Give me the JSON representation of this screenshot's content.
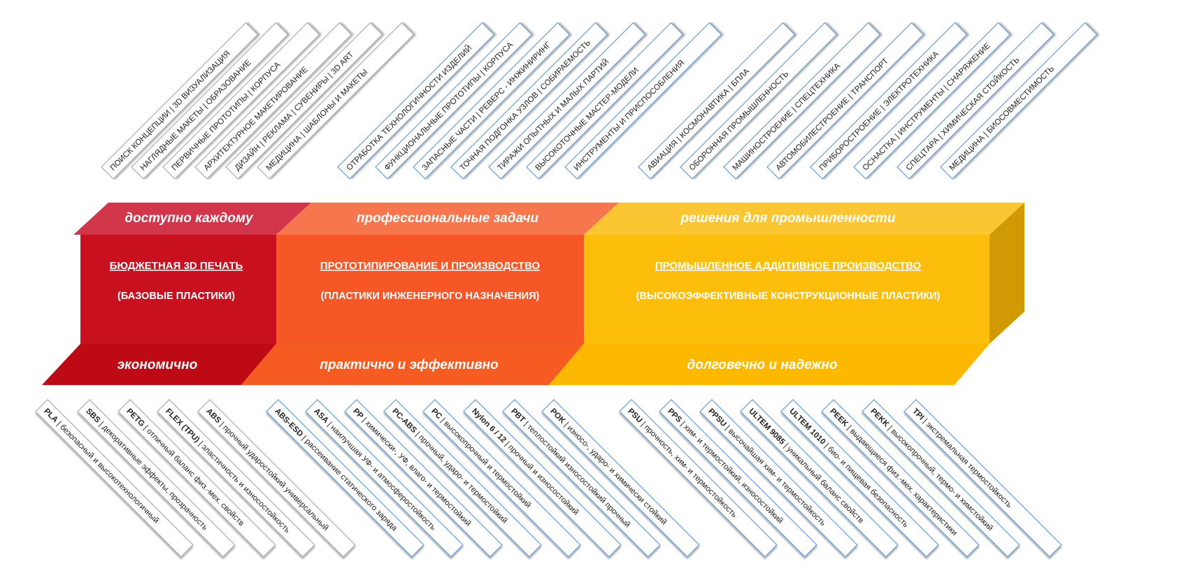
{
  "columns": [
    {
      "top_band": "доступно каждому",
      "title": "БЮДЖЕТНАЯ 3D ПЕЧАТЬ",
      "subtitle": "(БАЗОВЫЕ ПЛАСТИКИ)",
      "bottom_band": "экономично",
      "colors": {
        "top": "#d1364a",
        "front": "#c8101f",
        "bottom": "#be0a14"
      }
    },
    {
      "top_band": "профессиональные задачи",
      "title": "ПРОТОТИПИРОВАНИЕ И ПРОИЗВОДСТВО",
      "subtitle": "(ПЛАСТИКИ ИНЖЕНЕРНОГО НАЗНАЧЕНИЯ)",
      "bottom_band": "практично и эффективно",
      "colors": {
        "top": "#f6774e",
        "front": "#f75726",
        "bottom": "#f65b22"
      }
    },
    {
      "top_band": "решения для промышленности",
      "title": "ПРОМЫШЛЕННОЕ АДДИТИВНОЕ ПРОИЗВОДСТВО",
      "subtitle": "(ВЫСОКОЭФФЕКТИВНЫЕ КОНСТРУКЦИОННЫЕ ПЛАСТИКИ)",
      "bottom_band": "долговечно и надежно",
      "colors": {
        "top": "#fcc632",
        "front": "#fdbd0b",
        "bottom": "#fdb900",
        "side": "#d19a05"
      }
    }
  ],
  "top_tags": [
    {
      "text": "ПОИСК КОНЦЕПЦИИ | 3D ВИЗУАЛИЗАЦИЯ",
      "group": 0
    },
    {
      "text": "НАГЛЯДНЫЕ МАКЕТЫ | ОБРАЗОВАНИЕ",
      "group": 0
    },
    {
      "text": "ПЕРВИЧНЫЕ ПРОТОТИПЫ | КОРПУСА",
      "group": 0
    },
    {
      "text": "АРХИТЕКТУРНОЕ МАКЕТИРОВАНИЕ",
      "group": 0
    },
    {
      "text": "ДИЗАЙН | РЕКЛАМА | СУВЕНИРЫ | 3D ART",
      "group": 0
    },
    {
      "text": "МЕДИЦИНА | ШАБЛОНЫ И МАКЕТЫ",
      "group": 0
    },
    {
      "text": "ОТРАБОТКА ТЕХНОЛОГИЧНОСТИ ИЗДЕЛИЙ",
      "group": 1
    },
    {
      "text": "ФУНКЦИОНАЛЬНЫЕ ПРОТОТИПЫ | КОРПУСА",
      "group": 1
    },
    {
      "text": "ЗАПАСНЫЕ ЧАСТИ | РЕВЕРС - ИНЖИНИРИНГ",
      "group": 1
    },
    {
      "text": "ТОЧНАЯ ПОДГОНКА УЗЛОВ | СОБИРАЕМОСТЬ",
      "group": 1
    },
    {
      "text": "ТИРАЖИ ОПЫТНЫХ И МАЛЫХ ПАРТИЙ",
      "group": 1
    },
    {
      "text": "ВЫСОКОТОЧНЫЕ МАСТЕР-МОДЕЛИ",
      "group": 1
    },
    {
      "text": "ИНСТРУМЕНТЫ И ПРИСПОСОБЛЕНИЯ",
      "group": 1
    },
    {
      "text": "АВИАЦИЯ | КОСМОНАВТИКА | БПЛА",
      "group": 1
    },
    {
      "text": "ОБОРОННАЯ ПРОМЫШЛЕННОСТЬ",
      "group": 1
    },
    {
      "text": "МАШИНОСТРОЕНИЕ | СПЕЦТЕХНИКА",
      "group": 1
    },
    {
      "text": "АВТОМОБИЛЕСТРОЕНИЕ | ТРАНСПОРТ",
      "group": 1
    },
    {
      "text": "ПРИБОРОСТРОЕНИЕ | ЭЛЕКТРОТЕХНИКА",
      "group": 1
    },
    {
      "text": "ОСНАСТКА | ИНСТРУМЕНТЫ | СНАРЯЖЕНИЕ",
      "group": 1
    },
    {
      "text": "СПЕЦТАРА | ХИМИЧЕСКАЯ СТОЙКОСТЬ",
      "group": 1
    },
    {
      "text": "МЕДИЦИНА | БИОСОВМЕСТИМОСТЬ",
      "group": 1
    }
  ],
  "bottom_tags": [
    {
      "material": "PLA",
      "desc": " | безопасный и высокотехнологичный",
      "group": 0
    },
    {
      "material": "SBS",
      "desc": " | декоративные эффекты, прозрачность",
      "group": 0
    },
    {
      "material": "PETG",
      "desc": " | отличный баланс физ.-мех. свойств",
      "group": 0
    },
    {
      "material": "FLEX (TPU)",
      "desc": " | эластичность и износостойкость",
      "group": 0
    },
    {
      "material": "ABS",
      "desc": " | прочный ударостойкий универсальный",
      "group": 0
    },
    {
      "material": "ABS-ESD",
      "desc": " | рассеивание статического заряда",
      "group": 1
    },
    {
      "material": "ASA",
      "desc": " | наилучшая УФ- и атмосферостойкость",
      "group": 1
    },
    {
      "material": "PP",
      "desc": " | химически-, УФ, влаго- и термостойкий",
      "group": 1
    },
    {
      "material": "PC-ABS",
      "desc": " | прочный, ударо- и термостойкий",
      "group": 1
    },
    {
      "material": "PC",
      "desc": " | высокопрочный и термостойкий",
      "group": 1
    },
    {
      "material": "Nylon 6 / 12",
      "desc": " | прочный и износостойкий",
      "group": 1
    },
    {
      "material": "PBT",
      "desc": " | теплостойкий износостойкий прочный",
      "group": 1
    },
    {
      "material": "POK",
      "desc": " | износо-, ударо- и химически стойкий",
      "group": 1
    },
    {
      "material": "PSU",
      "desc": " | прочность, хим- и термостойкость",
      "group": 1
    },
    {
      "material": "PPS",
      "desc": " | хим- и термостойкий, износостойкий",
      "group": 1
    },
    {
      "material": "PPSU",
      "desc": " | высочайшая хим- и термостойкость",
      "group": 1
    },
    {
      "material": "ULTEM 9085",
      "desc": " | уникальный баланс свойств",
      "group": 1
    },
    {
      "material": "ULTEM 1010",
      "desc": " | био- и пищевая безопасность",
      "group": 1
    },
    {
      "material": "PEEK",
      "desc": " | выдающиеся физ.-мех. характеристики",
      "group": 1
    },
    {
      "material": "PEKK",
      "desc": " | высокопрочный, термо- и химстойкий",
      "group": 1
    },
    {
      "material": "TPI",
      "desc": " | экстремальная термостойкость",
      "group": 1
    }
  ],
  "tag_styles": {
    "gray": {
      "stroke": "#a8a8a8",
      "fill": "#ffffff"
    },
    "blue": {
      "stroke": "#5b9bd5",
      "fill": "#ffffff"
    }
  }
}
